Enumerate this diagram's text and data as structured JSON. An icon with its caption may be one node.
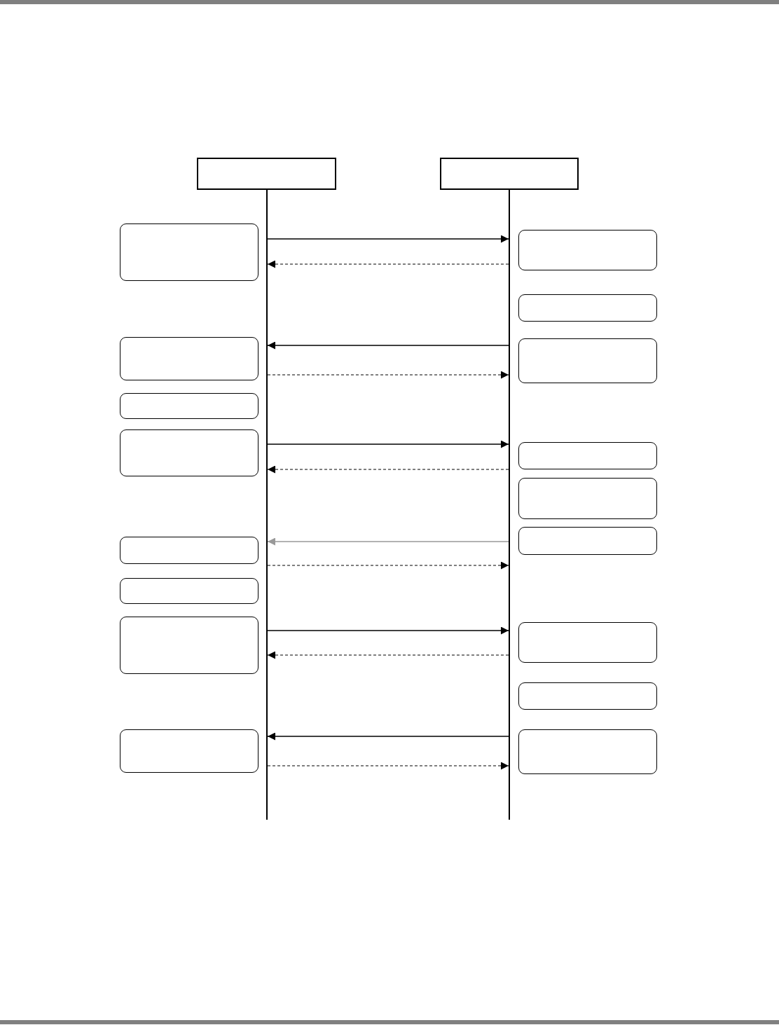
{
  "diagram": {
    "nodes": [
      {
        "text": [],
        "shape": "box"
      },
      {
        "text": [],
        "shape": "box"
      },
      {
        "text": [],
        "shape": "box"
      },
      {
        "text": [],
        "shape": "box"
      },
      {
        "text": [],
        "shape": "box"
      },
      {
        "text": [],
        "shape": "box"
      },
      {
        "text": [],
        "shape": "box"
      },
      {
        "text": [],
        "shape": "box"
      },
      {
        "text": [],
        "shape": "box"
      },
      {
        "text": [],
        "shape": "box"
      },
      {
        "text": [],
        "shape": "box"
      },
      {
        "text": [],
        "shape": "box"
      },
      {
        "text": [],
        "shape": "box"
      },
      {
        "text": [],
        "shape": "box"
      },
      {
        "text": [],
        "shape": "box"
      },
      {
        "text": [],
        "shape": "box"
      },
      {
        "text": [],
        "shape": "box"
      },
      {
        "text": [],
        "shape": "box"
      },
      {
        "text": [],
        "shape": "box"
      }
    ],
    "edges": [
      {
        "from": 0,
        "to": 1,
        "arrow": "to"
      },
      {
        "from": 1,
        "to": 0,
        "arrow": "to",
        "style": "dashed"
      },
      {
        "from": 1,
        "to": 0,
        "arrow": "to"
      },
      {
        "from": 0,
        "to": 1,
        "arrow": "to",
        "style": "dashed"
      },
      {
        "from": 0,
        "to": 1,
        "arrow": "to"
      },
      {
        "from": 1,
        "to": 0,
        "arrow": "to",
        "style": "dashed"
      },
      {
        "from": 1,
        "to": 0,
        "arrow": "to",
        "color": "#999999"
      },
      {
        "from": 0,
        "to": 1,
        "arrow": "to",
        "style": "dashed"
      },
      {
        "from": 0,
        "to": 1,
        "arrow": "to"
      },
      {
        "from": 1,
        "to": 0,
        "arrow": "to",
        "style": "dashed"
      },
      {
        "from": 1,
        "to": 0,
        "arrow": "to"
      },
      {
        "from": 0,
        "to": 1,
        "arrow": "to",
        "style": "dashed"
      }
    ]
  }
}
